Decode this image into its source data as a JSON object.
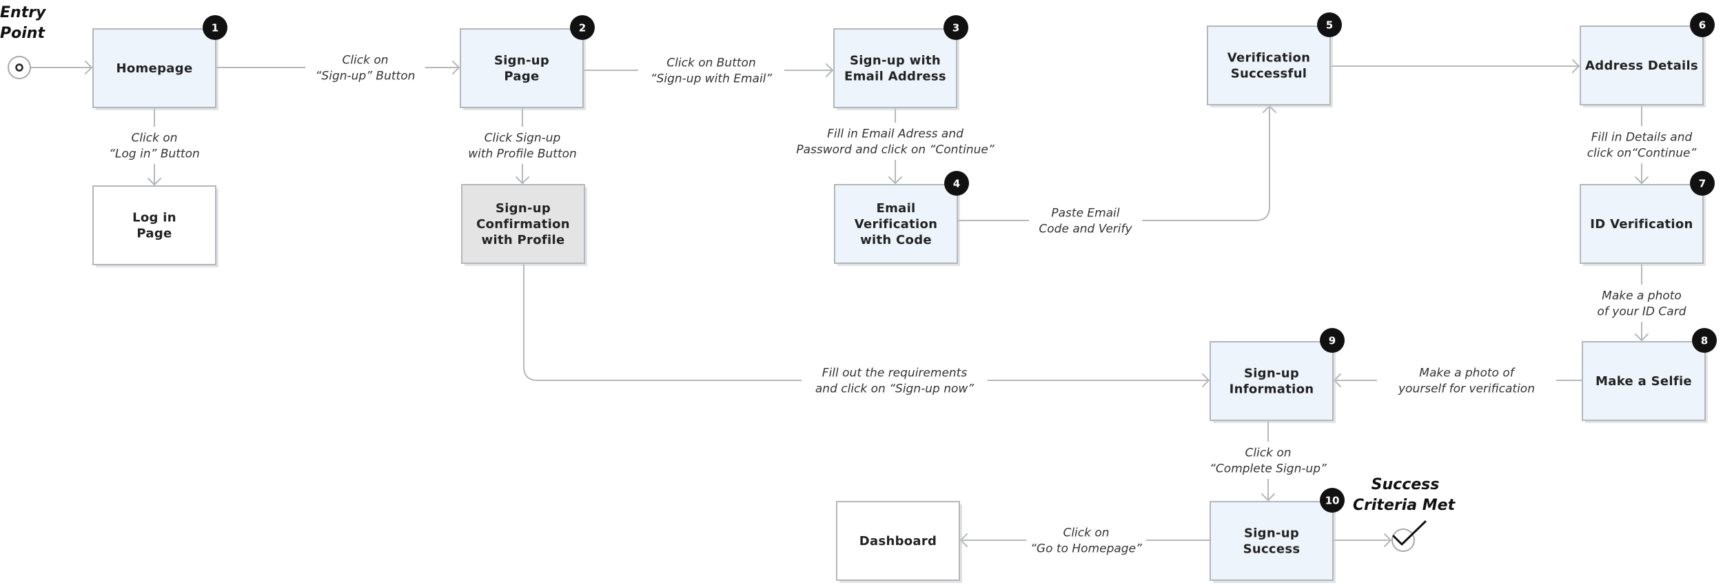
{
  "entry_point": {
    "lines": [
      "Entry",
      "Point"
    ]
  },
  "success_criteria": {
    "lines": [
      "Success",
      "Criteria Met"
    ]
  },
  "nodes": [
    {
      "id": "homepage",
      "badge": "1",
      "lines": [
        "Homepage"
      ],
      "style": "blue"
    },
    {
      "id": "login",
      "badge": "",
      "lines": [
        "Log in",
        "Page"
      ],
      "style": "white"
    },
    {
      "id": "signup",
      "badge": "2",
      "lines": [
        "Sign-up",
        "Page"
      ],
      "style": "blue"
    },
    {
      "id": "signup-profile",
      "badge": "",
      "lines": [
        "Sign-up",
        "Confirmation",
        "with Profile"
      ],
      "style": "grey"
    },
    {
      "id": "signup-email",
      "badge": "3",
      "lines": [
        "Sign-up with",
        "Email Address"
      ],
      "style": "blue"
    },
    {
      "id": "email-verification",
      "badge": "4",
      "lines": [
        "Email",
        "Verification",
        "with Code"
      ],
      "style": "blue"
    },
    {
      "id": "verification-success",
      "badge": "5",
      "lines": [
        "Verification",
        "Successful"
      ],
      "style": "blue"
    },
    {
      "id": "address-details",
      "badge": "6",
      "lines": [
        "Address Details"
      ],
      "style": "blue"
    },
    {
      "id": "id-verification",
      "badge": "7",
      "lines": [
        "ID Verification"
      ],
      "style": "blue"
    },
    {
      "id": "make-selfie",
      "badge": "8",
      "lines": [
        "Make a Selfie"
      ],
      "style": "blue"
    },
    {
      "id": "signup-information",
      "badge": "9",
      "lines": [
        "Sign-up",
        "Information"
      ],
      "style": "blue"
    },
    {
      "id": "signup-success",
      "badge": "10",
      "lines": [
        "Sign-up",
        "Success"
      ],
      "style": "blue"
    },
    {
      "id": "dashboard",
      "badge": "",
      "lines": [
        "Dashboard"
      ],
      "style": "white"
    }
  ],
  "edges": [
    {
      "id": "entry-to-homepage",
      "from": "entry",
      "to": "homepage",
      "label": []
    },
    {
      "id": "homepage-to-signup",
      "from": "homepage",
      "to": "signup",
      "label": [
        "Click on",
        "“Sign-up” Button"
      ]
    },
    {
      "id": "homepage-to-login",
      "from": "homepage",
      "to": "login",
      "label": [
        "Click on",
        "“Log in” Button"
      ]
    },
    {
      "id": "signup-to-email",
      "from": "signup",
      "to": "signup-email",
      "label": [
        "Click on Button",
        "“Sign-up with Email”"
      ]
    },
    {
      "id": "signup-to-profile",
      "from": "signup",
      "to": "signup-profile",
      "label": [
        "Click Sign-up",
        "with Profile Button"
      ]
    },
    {
      "id": "email-to-verification",
      "from": "signup-email",
      "to": "email-verification",
      "label": [
        "Fill in Email Adress and",
        "Password and click on “Continue”"
      ]
    },
    {
      "id": "verification-to-success",
      "from": "email-verification",
      "to": "verification-success",
      "label": [
        "Paste Email",
        "Code and Verify"
      ]
    },
    {
      "id": "success-to-address",
      "from": "verification-success",
      "to": "address-details",
      "label": []
    },
    {
      "id": "address-to-id",
      "from": "address-details",
      "to": "id-verification",
      "label": [
        "Fill in Details and",
        "click on“Continue”"
      ]
    },
    {
      "id": "id-to-selfie",
      "from": "id-verification",
      "to": "make-selfie",
      "label": [
        "Make a photo",
        "of your ID Card"
      ]
    },
    {
      "id": "selfie-to-information",
      "from": "make-selfie",
      "to": "signup-information",
      "label": [
        "Make a photo of",
        "yourself for verification"
      ]
    },
    {
      "id": "profile-to-information",
      "from": "signup-profile",
      "to": "signup-information",
      "label": [
        "Fill out the requirements",
        "and click on “Sign-up now”"
      ]
    },
    {
      "id": "information-to-success",
      "from": "signup-information",
      "to": "signup-success",
      "label": [
        "Click on",
        "“Complete Sign-up”"
      ]
    },
    {
      "id": "success-to-dashboard",
      "from": "signup-success",
      "to": "dashboard",
      "label": [
        "Click on",
        "“Go to Homepage”"
      ]
    },
    {
      "id": "success-to-end",
      "from": "signup-success",
      "to": "end",
      "label": []
    }
  ]
}
